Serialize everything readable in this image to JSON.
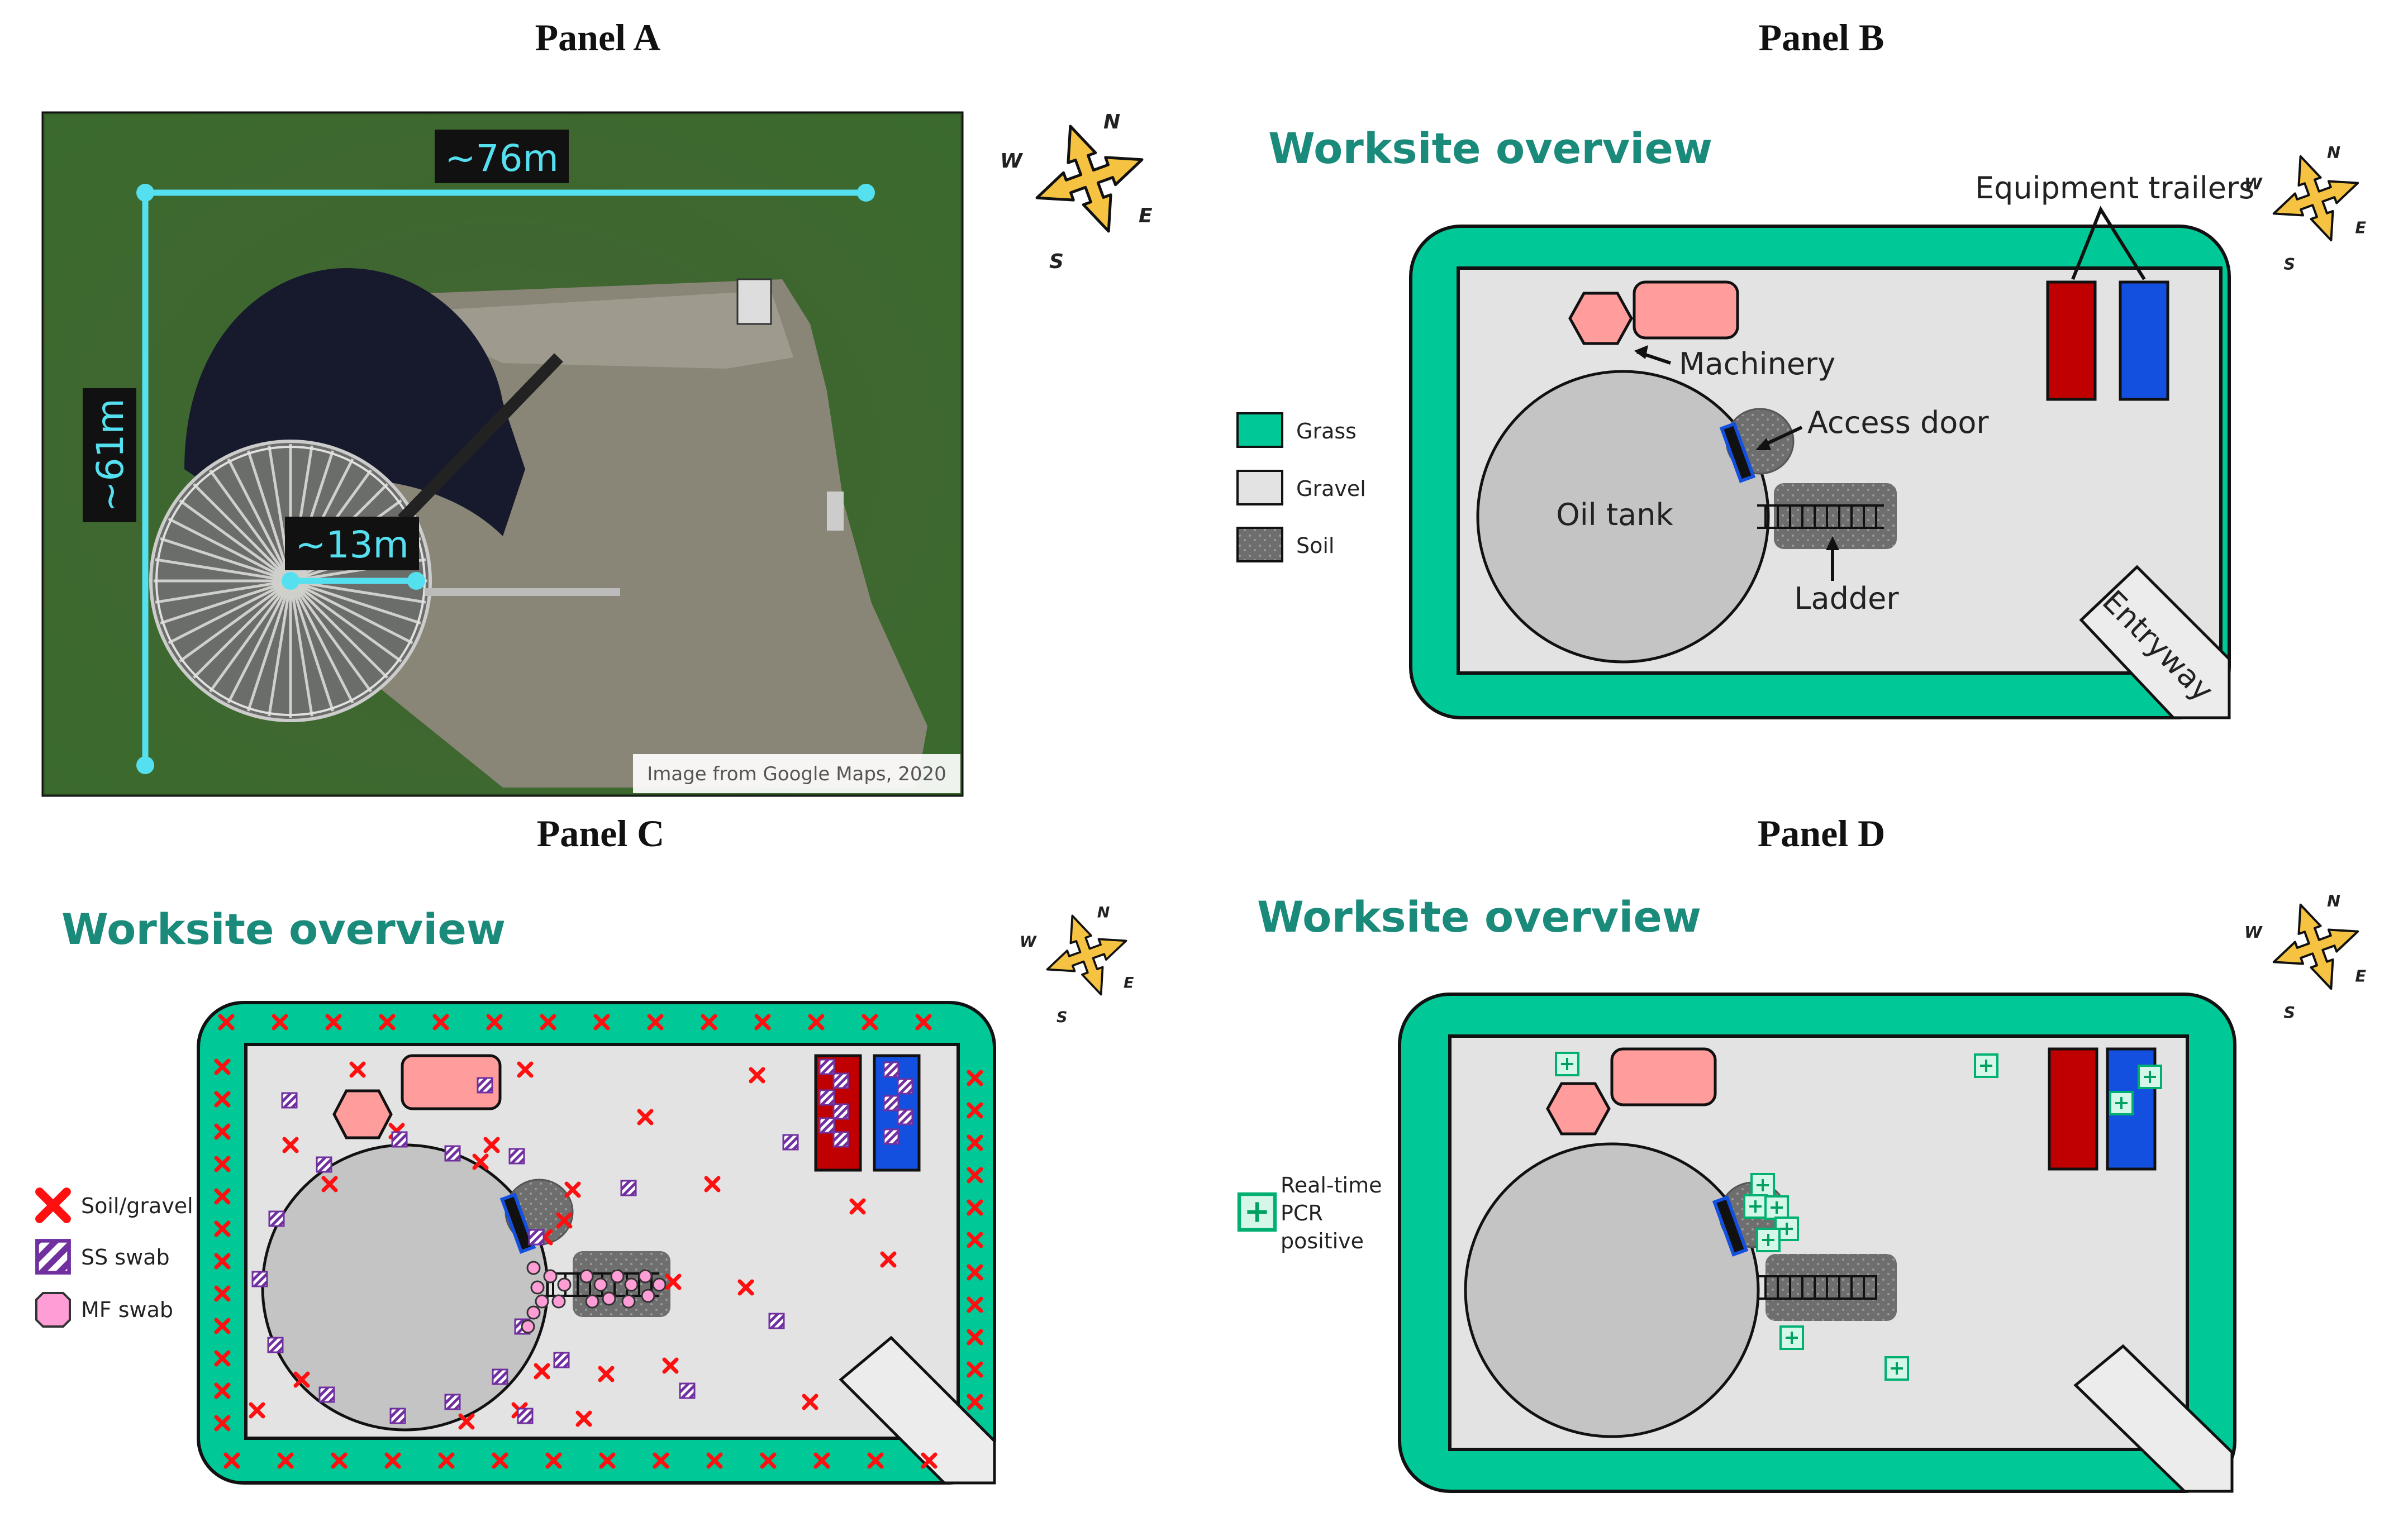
{
  "panels": {
    "a": {
      "title": "Panel A"
    },
    "b": {
      "title": "Panel B"
    },
    "c": {
      "title": "Panel C"
    },
    "d": {
      "title": "Panel D"
    }
  },
  "aerial": {
    "width_label": "~76m",
    "height_label": "~61m",
    "radius_label": "~13m",
    "credit": "Image from Google Maps, 2020"
  },
  "compass": {
    "n": "N",
    "e": "E",
    "s": "S",
    "w": "W"
  },
  "overview_title": "Worksite overview",
  "worksite": {
    "oil_tank": "Oil tank",
    "machinery": "Machinery",
    "access_door": "Access door",
    "ladder": "Ladder",
    "entryway": "Entryway",
    "equipment_trailers": "Equipment trailers"
  },
  "legend_b": {
    "grass": "Grass",
    "gravel": "Gravel",
    "soil": "Soil"
  },
  "legend_c": {
    "soil_gravel": "Soil/gravel",
    "ss_swab": "SS swab",
    "mf_swab": "MF swab"
  },
  "legend_d": {
    "line1": "Real-time",
    "line2": "PCR",
    "line3": "positive"
  },
  "colors": {
    "grass": "#00c896",
    "gravel": "#e3e3e3",
    "soil": "#6e6e6e",
    "tank": "#c4c4c4",
    "machinery": "#ff9d9d",
    "trailer_red": "#c00000",
    "trailer_blue": "#1450e0",
    "title_teal": "#1a8a7a",
    "measure": "#55e0f0"
  }
}
